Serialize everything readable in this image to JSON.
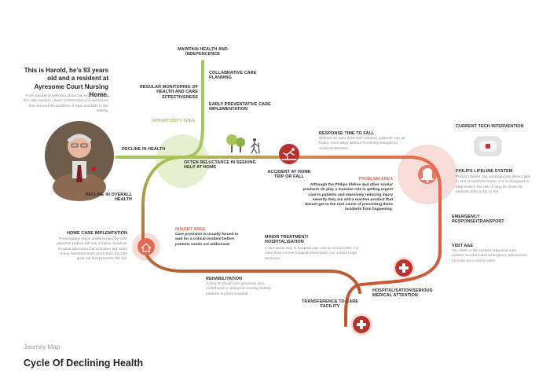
{
  "intro": {
    "title": "This is Harold, he's 93 years old and a resident at Ayresome Court Nursing Home.",
    "body": "From speaking with him about his experiences in the care system I have constructed an experience flow around the problem of trips and falls in the elderly."
  },
  "footer": {
    "subtitle": "Journey Map",
    "title": "Cycle Of Declining Health"
  },
  "labels": {
    "maintain": "MAINTAIN HEALTH AND INDEPENCENCE",
    "collab": "COLLABRATIVE CARE PLANNING",
    "monitoring": "REGULAR MONITORING OF HEALTH AND CARE EFFECTIVENESS",
    "early": "EARLY PREVENTATIVE CARE IMPLEMENTATION",
    "opportunity": "OPPURTUNITY AREA",
    "decline": "DECLINE IN HEALTH",
    "reluctance": "OFTEN RELUCTANCE IN SEEKING HELP AT HOME",
    "overall": "DECLINE IN OVERALL HEALTH",
    "accident": "ACCIDENT AT HOME TRIP OR FALL",
    "response_title": "RESPONSE TIME TO FALL",
    "response_body": "Without an auto detection solution, patients can go hours, even days without receiving emergency medical attention.",
    "problem_title": "PROBLEM AREA",
    "problem_body": "Although the Philips lifeline and other similar products do play a massive role in getting urgent care to patients and massively reducing injury severity they are still a reactive product that doesnt get to the root cause of preventing these incidents from happening.",
    "tech": "CURRENT TECH INTERVENTION",
    "philips_title": "PHILIPS LIFELINE SYSTEM",
    "philips_body": "Philips Lifeline can automatically detect falls in and around the home. It is is designed to help reduce the risk of long lie times for patients after a trip or fall.",
    "emergency": "EMERGENCY RESPONSE/TRANSPORT",
    "visit_title": "VISIT A&E",
    "visit_body": "Too often in the current response care system accident and emergency admissions function as a safety valve.",
    "homecare_title": "HOME CARE IMPLEMTATION",
    "homecare_body": "Preventative steps implemented by care givers to reduce fall risk in home however hospital admission for a broken leg costs many hundred times more than the £30 grab rail that prevents the fall.",
    "insight_title": "INSIGHT AREA",
    "insight_body": "Care provision is usually forced to wait for a critical incident before patients needs are addressed",
    "minor_title": "MINOR TREATMENT/ HOSPITALISATION",
    "minor_body": "A two-week stay in hospital can cost up to £14,000, it is clear that a move towards prevention can unlock huge resource.",
    "rehab_title": "REHABILITATION",
    "rehab_body": "A lack of social care provision also contributes to delays in moving elderly patients on from hospital.",
    "hosp": "HOSPITALISATION/SERIOUS MEDICAL ATTENTION",
    "transfer": "TRANSFERENCE TO CARE FACILITY"
  },
  "colors": {
    "green": "#a8c45c",
    "orange": "#e8674e",
    "brown": "#c0542f",
    "red": "#b8322b",
    "pink_halo": "#f7dcd7",
    "green_halo": "#e6efd0"
  },
  "icons": [
    "harold-photo",
    "trees-icon",
    "walking-person-icon",
    "trip-fall-icon",
    "alarm-bell-icon",
    "lifeline-device-icon",
    "hospital-cross-icon",
    "ambulance-cross-icon",
    "home-care-icon"
  ]
}
